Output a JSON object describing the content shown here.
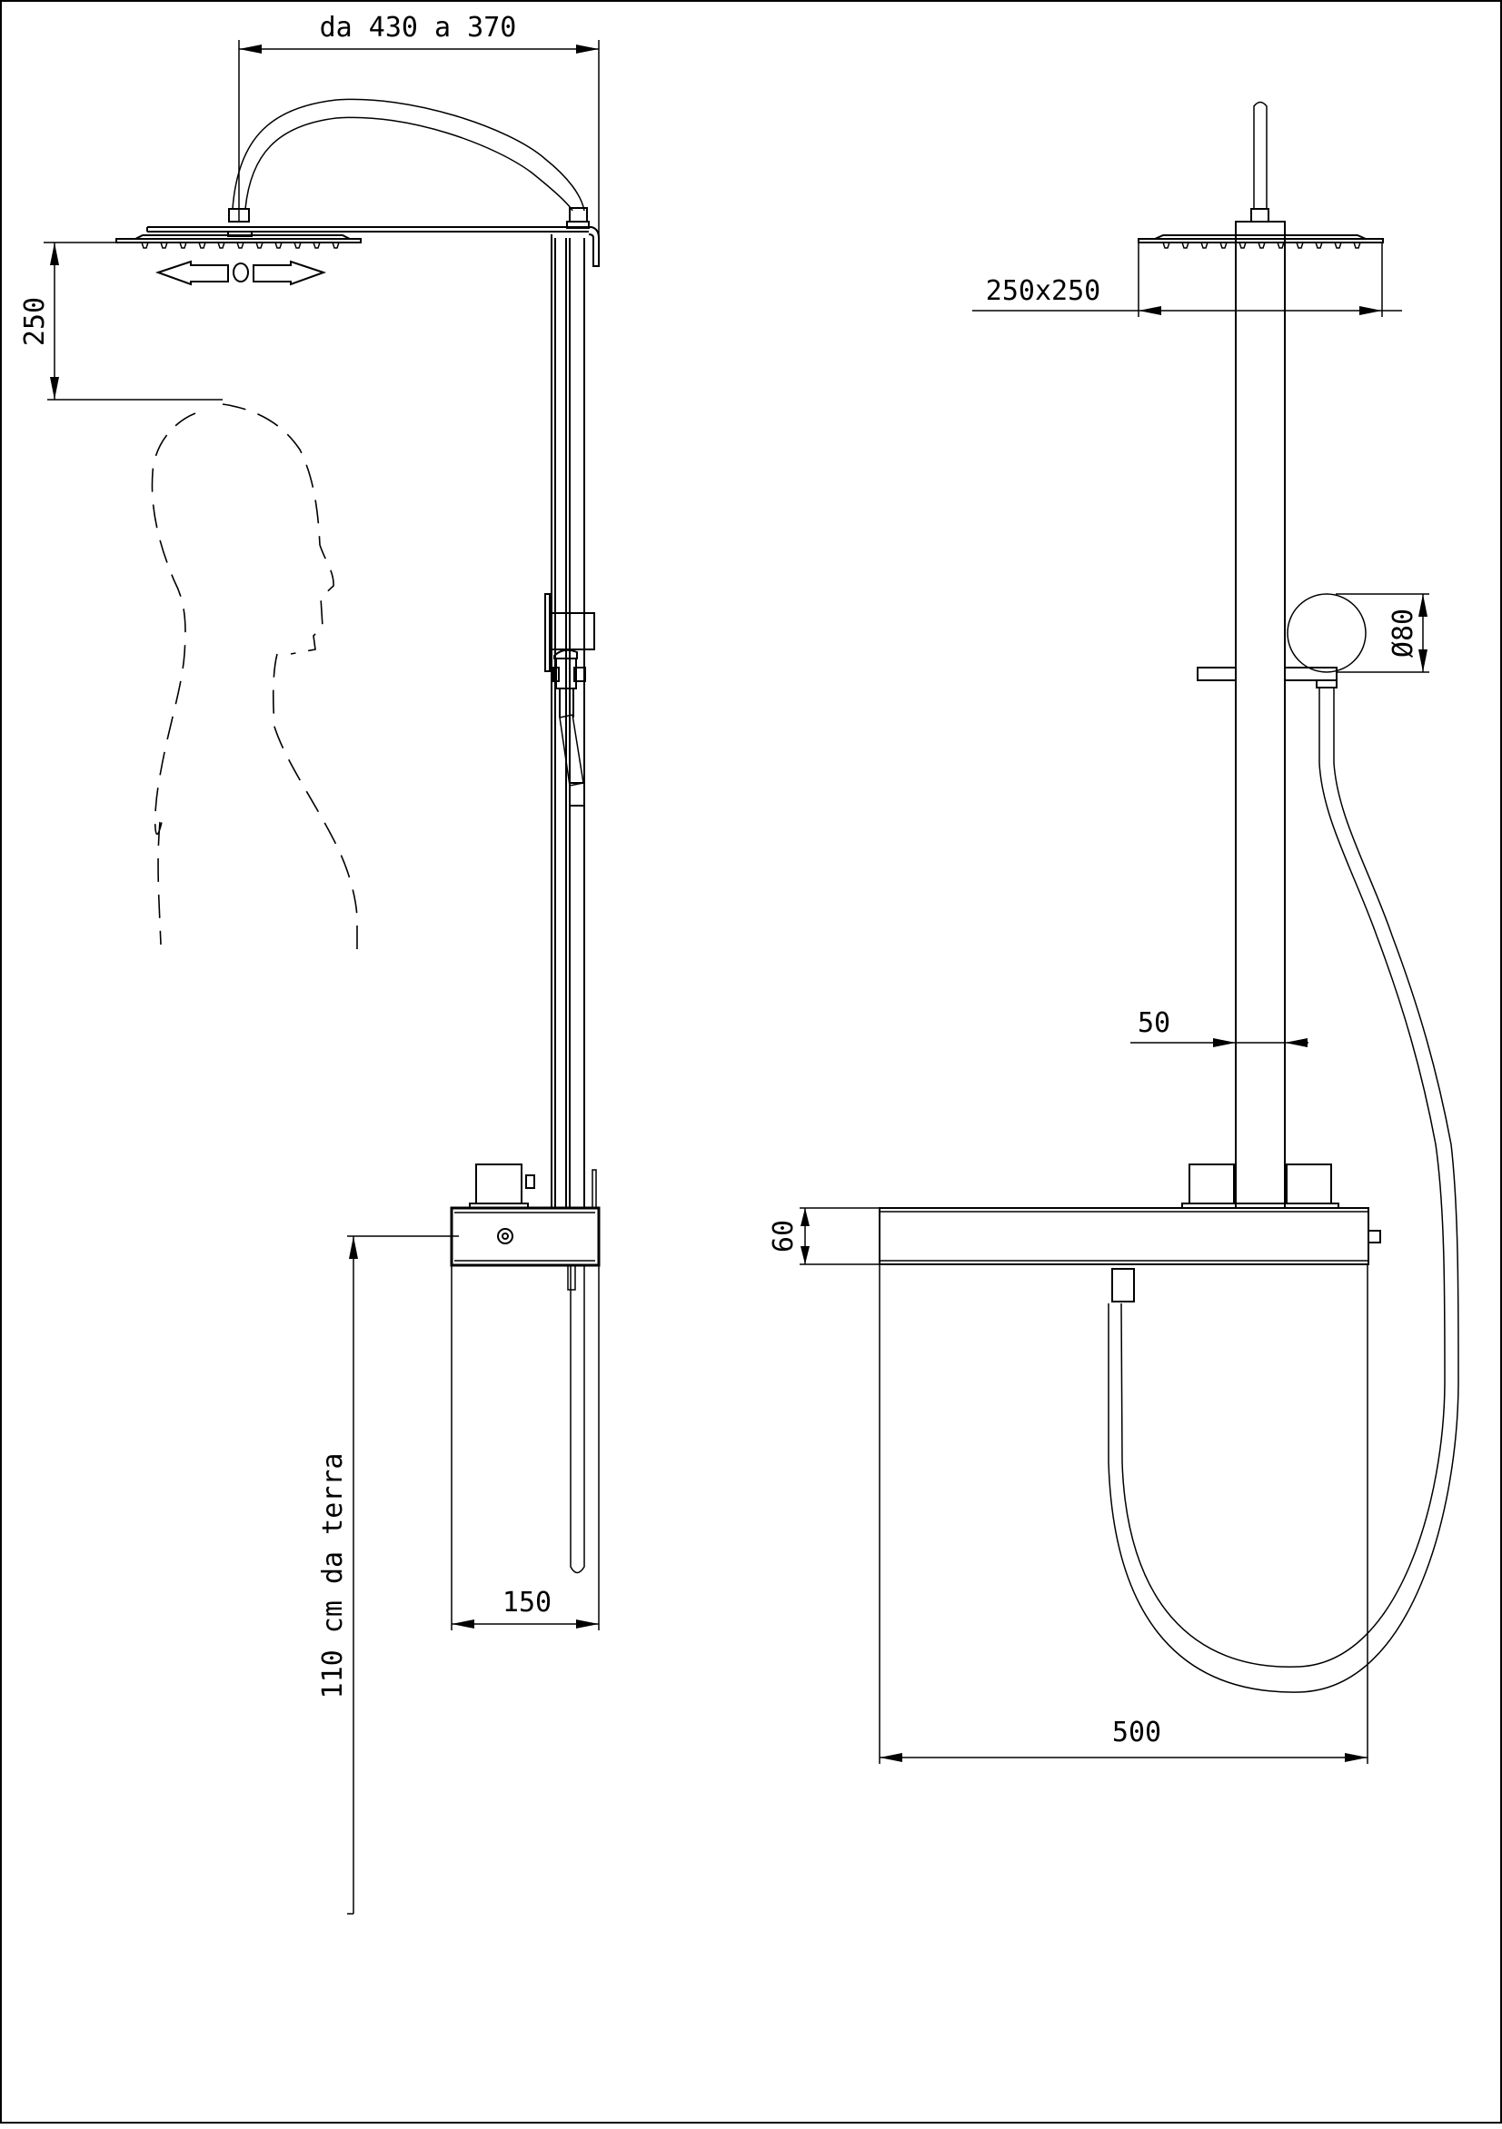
{
  "drawing": {
    "title": "Shower column technical drawing",
    "views": [
      "side-view",
      "front-view"
    ],
    "line_color": "#000000",
    "background": "#ffffff"
  },
  "dimensions": {
    "arm_projection": "da 430 a 370",
    "head_to_user": "250",
    "head_size": "250x250",
    "column_width": "50",
    "hand_shower_diameter": "Ø80",
    "bar_height": "60",
    "depth": "150",
    "bar_width": "500",
    "mount_height": "110 cm da terra"
  }
}
